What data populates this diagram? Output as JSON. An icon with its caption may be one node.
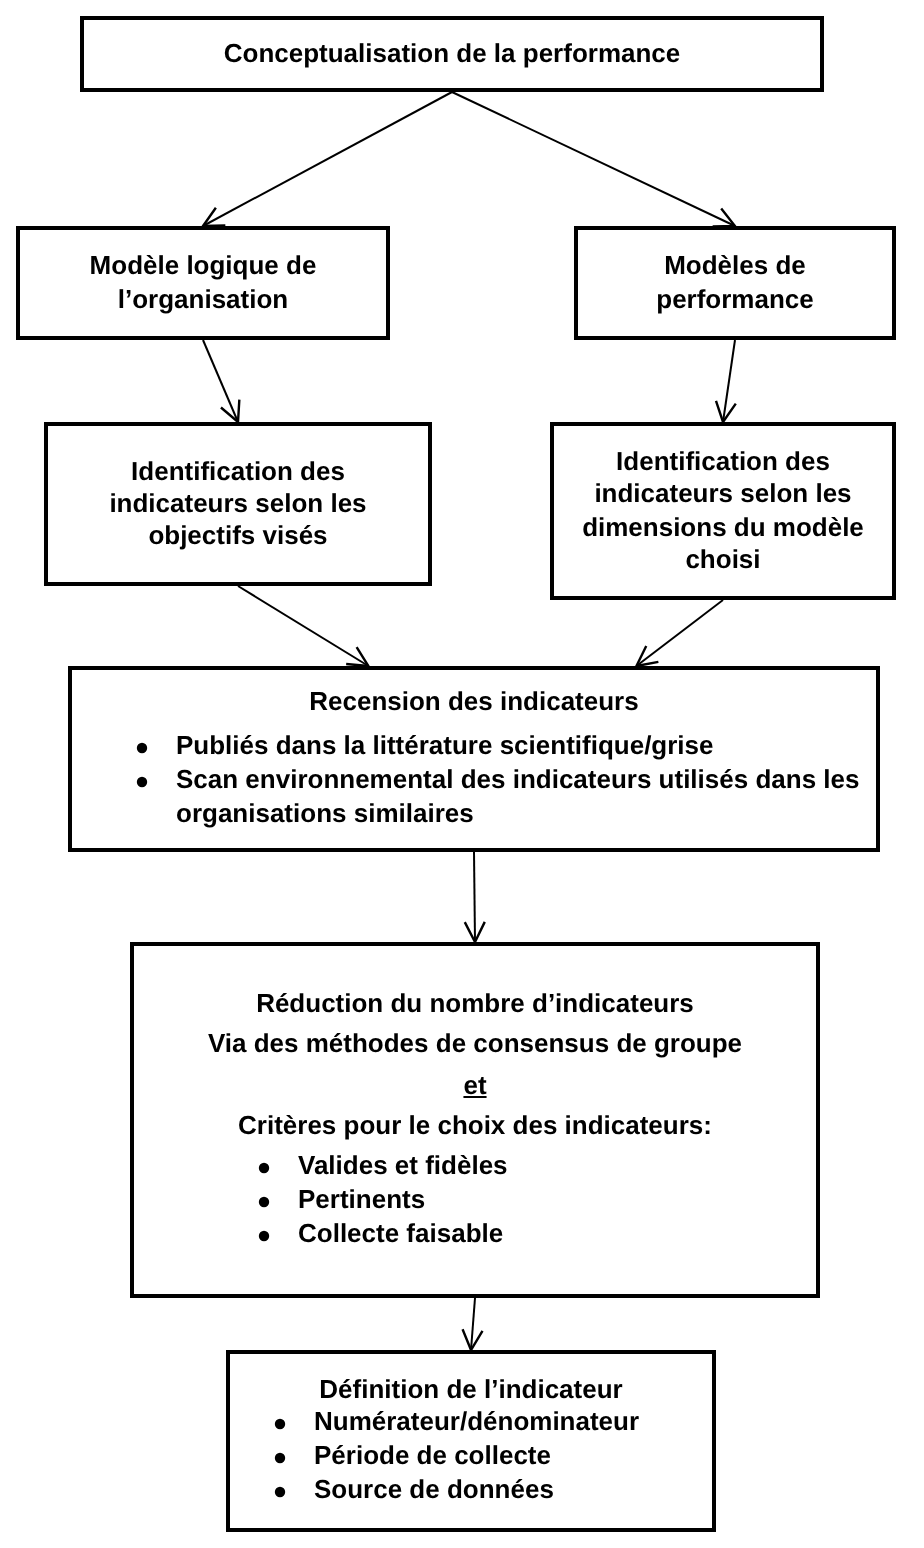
{
  "diagram": {
    "nodes": [
      {
        "text": [
          "Conceptualisation de la performance"
        ]
      },
      {
        "text": [
          "Modèle logique de l’organisation"
        ]
      },
      {
        "text": [
          "Modèles de performance"
        ]
      },
      {
        "text": [
          "Identification des indicateurs selon les objectifs visés"
        ]
      },
      {
        "text": [
          "Identification des indicateurs selon les dimensions du modèle choisi"
        ]
      },
      {
        "text": [
          "Recension des indicateurs",
          "Publiés dans la  littérature scientifique/grise",
          "Scan environnemental  des indicateurs utilisés dans les organisations similaires"
        ]
      },
      {
        "text": [
          "Réduction du nombre d’indicateurs",
          "Via des méthodes de consensus de groupe",
          "et",
          "Critères pour le choix des indicateurs:",
          "Valides et fidèles",
          "Pertinents",
          "Collecte faisable"
        ]
      },
      {
        "text": [
          "Définition de l’indicateur",
          "Numérateur/dénominateur",
          "Période de collecte",
          "Source de données"
        ]
      }
    ],
    "edges": [
      {
        "from": 0,
        "to": 1,
        "arrow": "to"
      },
      {
        "from": 0,
        "to": 2,
        "arrow": "to"
      },
      {
        "from": 1,
        "to": 3,
        "arrow": "to"
      },
      {
        "from": 2,
        "to": 4,
        "arrow": "to"
      },
      {
        "from": 3,
        "to": 5,
        "arrow": "to"
      },
      {
        "from": 4,
        "to": 5,
        "arrow": "to"
      },
      {
        "from": 5,
        "to": 6,
        "arrow": "to"
      },
      {
        "from": 6,
        "to": 7,
        "arrow": "to"
      }
    ]
  }
}
